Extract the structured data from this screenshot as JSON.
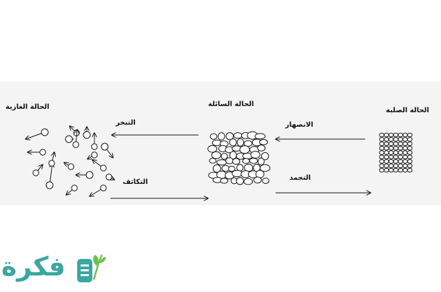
{
  "states": {
    "gas": "الحالة الغازية",
    "liquid": "الحالة السائلة",
    "solid": "الحالة الصلبة"
  },
  "processes": {
    "evaporation": "التبخر",
    "condensation": "التكاثف",
    "melting": "الانصهار",
    "freezing": "التجمد"
  },
  "brand": {
    "text": "فكرة",
    "color": "#3aa7a0",
    "leaf_color": "#6cc04a"
  }
}
